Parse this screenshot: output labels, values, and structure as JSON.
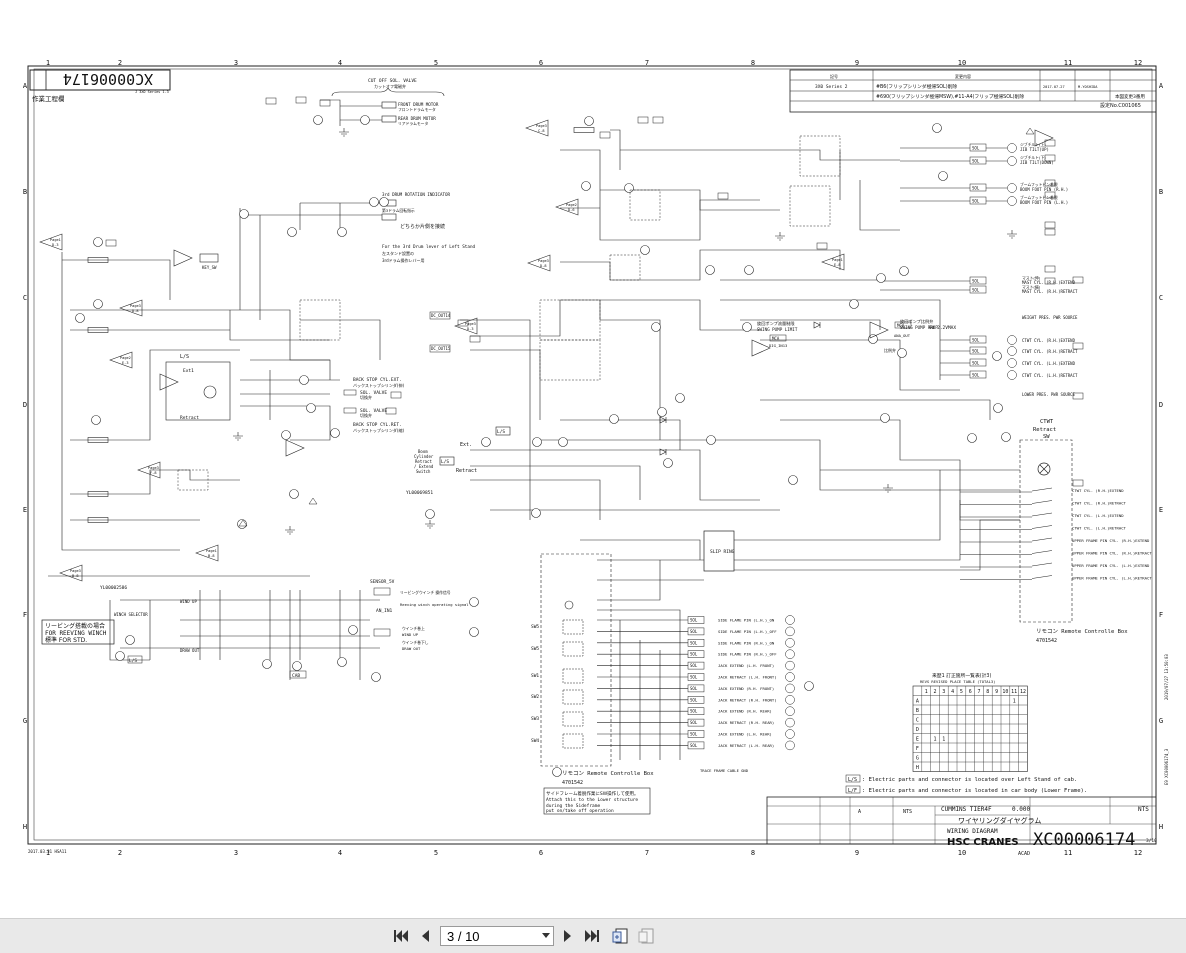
{
  "viewer": {
    "page_indicator": "3 / 10",
    "buttons": {
      "first": "first-page-icon",
      "prev": "previous-page-icon",
      "next": "next-page-icon",
      "last": "last-page-icon",
      "fit": "fit-page-icon",
      "toggle": "page-toggle-icon"
    }
  },
  "sheet": {
    "column_numbers": [
      "1",
      "2",
      "3",
      "4",
      "5",
      "6",
      "7",
      "8",
      "9",
      "10",
      "11",
      "12"
    ],
    "row_letters": [
      "A",
      "B",
      "C",
      "D",
      "E",
      "F",
      "G",
      "H"
    ],
    "drawing_no_stamp": "XC00006174",
    "drawing_no_title": "XC00006174",
    "drawing_no_suffix": "3/10",
    "top_left_label": "作業工程欄",
    "top_left_small": "J 3XO Series 1.3",
    "cut_off": {
      "title": "CUT OFF SOL. VALVE",
      "subtitle": "カットオフ電磁弁",
      "front": "FRONT DRUM MOTOR",
      "front_jp": "フロントドラムモータ",
      "rear": "REAR DRUM MOTOR",
      "rear_jp": "リアドラムモータ",
      "sol": "SOL"
    },
    "third_drum": {
      "indicator": "3rd DRUM ROTATION INDICATOR",
      "indicator_jp": "第3ドラム回転指示",
      "coil": "電磁コイル",
      "note_jp": "どちらか片側を接続",
      "note1": "For the 3rd Drum lever of Left Stand",
      "note2": "左スタンド設置の",
      "note3": "3rdドラム操作レバー用"
    },
    "key_sw": "KEY_SW",
    "back_stop": {
      "ext": "BACK STOP CYL.EXT.",
      "ext_jp": "バックストップシリンダ(伸)",
      "ret": "BACK STOP CYL.RET.",
      "ret_jp": "バックストップシリンダ(縮)",
      "sol_valve": "SOL. VALVE",
      "sol_valve_jp": "切換弁"
    },
    "ls_tag": "L/S",
    "ext": "Ext.",
    "retract": "Retract",
    "ext_label": "Ext1",
    "retract_label": "Retract",
    "yl_a": "YL00069851",
    "yl_b": "YL00002586",
    "reeving": {
      "line1": "リービング搭載の場合",
      "line2": "FOR REEVING WINCH",
      "line3": "標準 FOR STD.",
      "selector": "WINCH SELECTOR",
      "selector_jp": "ウインチ選択",
      "wind_up_jp": "リービング巻上",
      "wind_up": "WIND UP",
      "draw_out_jp": "リービング巻下し",
      "draw_out": "DRAW OUT",
      "sensor": "SENSOR_5V",
      "ain": "AN_IN1",
      "sig_jp": "リービングウインチ 操作信号",
      "sig": "Reeving winch operating signal",
      "winch_up_jp": "ウインチ巻上",
      "winch_up": "WIND UP",
      "winch_out_jp": "ウインチ巻下し",
      "winch_out": "DRAW OUT",
      "cab": "CAB"
    },
    "dc_out": [
      "DC_OUT14",
      "DC_OUT15"
    ],
    "boom_cyl": {
      "line1": "Boom",
      "line2": "Cylinder",
      "line3": "Retract",
      "line4": "/ Extend",
      "line5": "Switch"
    },
    "slip_ring": "SLIP RING",
    "remote_bottom": "リモコン Remote Controlle Box",
    "remote_bottom_no": "4701542",
    "remote_right": "リモコン Remote Controlle Box",
    "remote_right_no": "4701542",
    "note_box": {
      "l1": "サイドフレーム着脱作業にSW操作して使用。",
      "l2": "Attach this to the Lower structure",
      "l3": "during the Sideframe",
      "l4": "put on/take off operation"
    },
    "trace_frame": "TRACE FRAME CABLE GND",
    "swing": {
      "pump_limit_jp": "旋回ポンプ流量制限",
      "pump_limit": "SWING PUMP LIMIT",
      "mca": "MCA",
      "ana_out": "ANA_OUT",
      "dig_in": "DIG_IN13",
      "val": "0V 2.2VMAX",
      "prop_jp": "旋回ポンプ比例弁",
      "prop": "SWING PUMP PROP",
      "sol_jp": "比例弁"
    },
    "right_sols": [
      {
        "jp": "ジブチルト(上)",
        "en": "JIB TILT(UP)"
      },
      {
        "jp": "ジブチルト(下)",
        "en": "JIB TILT(DOWN)"
      },
      {
        "jp": "ブームフットピン着脱",
        "en": "BOOM FOOT PIN (R.H.)"
      },
      {
        "jp": "ブームフットピン着脱",
        "en": "BOOM FOOT PIN (L.H.)"
      }
    ],
    "mast": [
      {
        "jp": "マスト(伸)",
        "en": "MAST CYL. (R.H.)EXTEND"
      },
      {
        "jp": "マスト(縮)",
        "en": "MAST CYL. (R.H.)RETRACT"
      }
    ],
    "weight_pres": "WEIGHT PRES. PWR SOURCE",
    "cntw_rows": [
      "CTWT CYL. (R.H.)EXTEND",
      "CTWT CYL. (R.H.)RETRACT",
      "CTWT CYL. (L.H.)EXTEND",
      "CTWT CYL. (L.H.)RETRACT"
    ],
    "lower_pres": "LOWER PRES. PWR SOURCE",
    "ctwt_sw": {
      "title": "CTWT",
      "retract": "Retract",
      "sw": "SW"
    },
    "ctwt_list": [
      "CTWT CYL. (R.H.)EXTEND",
      "CTWT CYL. (R.H.)RETRACT",
      "CTWT CYL. (L.H.)EXTEND",
      "CTWT CYL. (L.H.)RETRACT",
      "UPPER FRAME PIN CYL. (R.H.)EXTEND",
      "UPPER FRAME PIN CYL. (R.H.)RETRACT",
      "UPPER FRAME PIN CYL. (L.H.)EXTEND",
      "UPPER FRAME PIN CYL. (L.H.)RETRACT"
    ],
    "side_sols": [
      "SIDE FLAME PIN (L.H.)_ON",
      "SIDE FLAME PIN (L.H.)_OFF",
      "SIDE FLAME PIN (R.H.)_ON",
      "SIDE FLAME PIN (R.H.)_OFF",
      "JACK EXTEND (L.H. FRONT)",
      "JACK RETRACT (L.H. FRONT)",
      "JACK EXTEND (R.H. FRONT)",
      "JACK RETRACT (R.H. FRONT)",
      "JACK EXTEND (R.H. REAR)",
      "JACK RETRACT (R.H. REAR)",
      "JACK EXTEND (L.H. REAR)",
      "JACK RETRACT (L.H. REAR)"
    ],
    "sw_labels": [
      "SW5",
      "SW5",
      "SW1",
      "SW2",
      "SW3",
      "SW4"
    ],
    "revision_table": {
      "title": "来歴1 訂正箇所一覧表(計3)",
      "subtitle": "REVS REVISED PLACE TABLE (TOTAL3)",
      "cols": [
        "1",
        "2",
        "3",
        "4",
        "5",
        "6",
        "7",
        "8",
        "9",
        "10",
        "11",
        "12"
      ],
      "rows": [
        "A",
        "B",
        "C",
        "D",
        "E",
        "F",
        "G",
        "H"
      ],
      "marks": [
        {
          "r": 0,
          "c": 10,
          "v": "1"
        },
        {
          "r": 4,
          "c": 1,
          "v": "1"
        },
        {
          "r": 4,
          "c": 2,
          "v": "1"
        }
      ]
    },
    "legend": {
      "ls_tag": "L/S",
      "ls": ": Electric parts and connector is located over Left Stand of cab.",
      "lf_tag": "L/F",
      "lf": ": Electric parts and connector is located in car body (Lower Frame)."
    },
    "rev_block": {
      "h1": "記号",
      "h2": "変更内容",
      "r1": "3X0 Series 2",
      "r2a": "#B6(フリップシリンダ極帰SOL)削除",
      "r2b": "#690(フリップシリンダ極帰MSW),#11-A4(フリップ極帰SOL)削除",
      "r2c": "本図変更3番用",
      "date": "2017.07.27",
      "name": "M.YOSHIDA",
      "sec": "設定No.C001065"
    },
    "title_block": {
      "model": "CUMMINS TIER4F",
      "title_jp": "ワイヤリングダイヤグラム",
      "title_en": "WIRING DIAGRAM",
      "company": "HSC CRANES",
      "scale": "NTS",
      "weight": "0.000",
      "cad": "ACAD",
      "sym": "A",
      "mat": "NTS"
    },
    "side_date": "2019/07/27 13:50:03",
    "side_no": "E9 XC00006174_3",
    "footer_left": "2017.03.31 HSA11",
    "page_refs": [
      "Page1 D-3",
      "Page3 D-8",
      "Page2 E-3",
      "Page3 F-8",
      "Page1 B-8",
      "Page3 B-8",
      "Page3 D-3",
      "Page2 D-6",
      "Page3 D-8",
      "Page1 E-8",
      "Page3 C-8"
    ]
  }
}
